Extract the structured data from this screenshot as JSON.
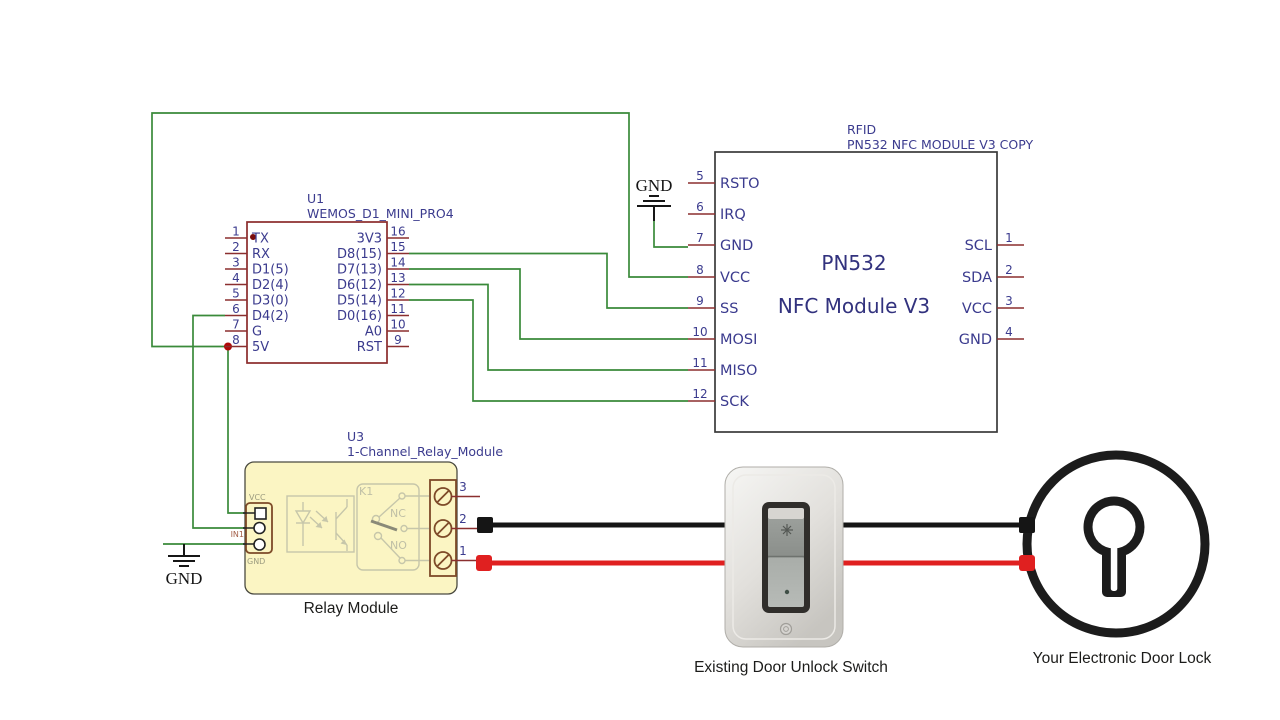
{
  "diagram": {
    "wemos": {
      "ref": "U1",
      "part": "WEMOS_D1_MINI_PRO4",
      "pins_left": [
        {
          "number": "1",
          "label": "TX"
        },
        {
          "number": "2",
          "label": "RX"
        },
        {
          "number": "3",
          "label": "D1(5)"
        },
        {
          "number": "4",
          "label": "D2(4)"
        },
        {
          "number": "5",
          "label": "D3(0)"
        },
        {
          "number": "6",
          "label": "D4(2)"
        },
        {
          "number": "7",
          "label": "G"
        },
        {
          "number": "8",
          "label": "5V"
        }
      ],
      "pins_right": [
        {
          "number": "16",
          "label": "3V3"
        },
        {
          "number": "15",
          "label": "D8(15)"
        },
        {
          "number": "14",
          "label": "D7(13)"
        },
        {
          "number": "13",
          "label": "D6(12)"
        },
        {
          "number": "12",
          "label": "D5(14)"
        },
        {
          "number": "11",
          "label": "D0(16)"
        },
        {
          "number": "10",
          "label": "A0"
        },
        {
          "number": "9",
          "label": "RST"
        }
      ]
    },
    "nfc": {
      "ref": "RFID",
      "part": "PN532 NFC MODULE V3 COPY",
      "title_line1": "PN532",
      "title_line2": "NFC Module V3",
      "pins_left": [
        {
          "number": "5",
          "label": "RSTO"
        },
        {
          "number": "6",
          "label": "IRQ"
        },
        {
          "number": "7",
          "label": "GND"
        },
        {
          "number": "8",
          "label": "VCC"
        },
        {
          "number": "9",
          "label": "SS"
        },
        {
          "number": "10",
          "label": "MOSI"
        },
        {
          "number": "11",
          "label": "MISO"
        },
        {
          "number": "12",
          "label": "SCK"
        }
      ],
      "pins_right": [
        {
          "number": "1",
          "label": "SCL"
        },
        {
          "number": "2",
          "label": "SDA"
        },
        {
          "number": "3",
          "label": "VCC"
        },
        {
          "number": "4",
          "label": "GND"
        }
      ]
    },
    "relay": {
      "ref": "U3",
      "part": "1-Channel_Relay_Module",
      "caption": "Relay Module",
      "bracket_pins": {
        "vcc": "VCC",
        "in1": "IN1",
        "gnd": "GND"
      },
      "internal": {
        "relay_ref": "K1",
        "nc": "NC",
        "no": "NO"
      },
      "terminals": [
        "3",
        "2",
        "1"
      ]
    },
    "grounds": {
      "top": "GND",
      "bottom": "GND"
    },
    "door_switch": {
      "caption": "Existing Door Unlock Switch"
    },
    "door_lock": {
      "caption": "Your Electronic Door Lock"
    },
    "colors": {
      "wire_green": "#3a8a3a",
      "pin_stub_red": "#8b2f2f",
      "component_outline_red": "#8b2b2b",
      "schematic_text_navy": "#3b3b8e",
      "relay_body_yellow": "#fbf5c3",
      "terminal_brown": "#7d4a28",
      "power_wire_black": "#151515",
      "power_wire_red": "#e02020"
    }
  }
}
